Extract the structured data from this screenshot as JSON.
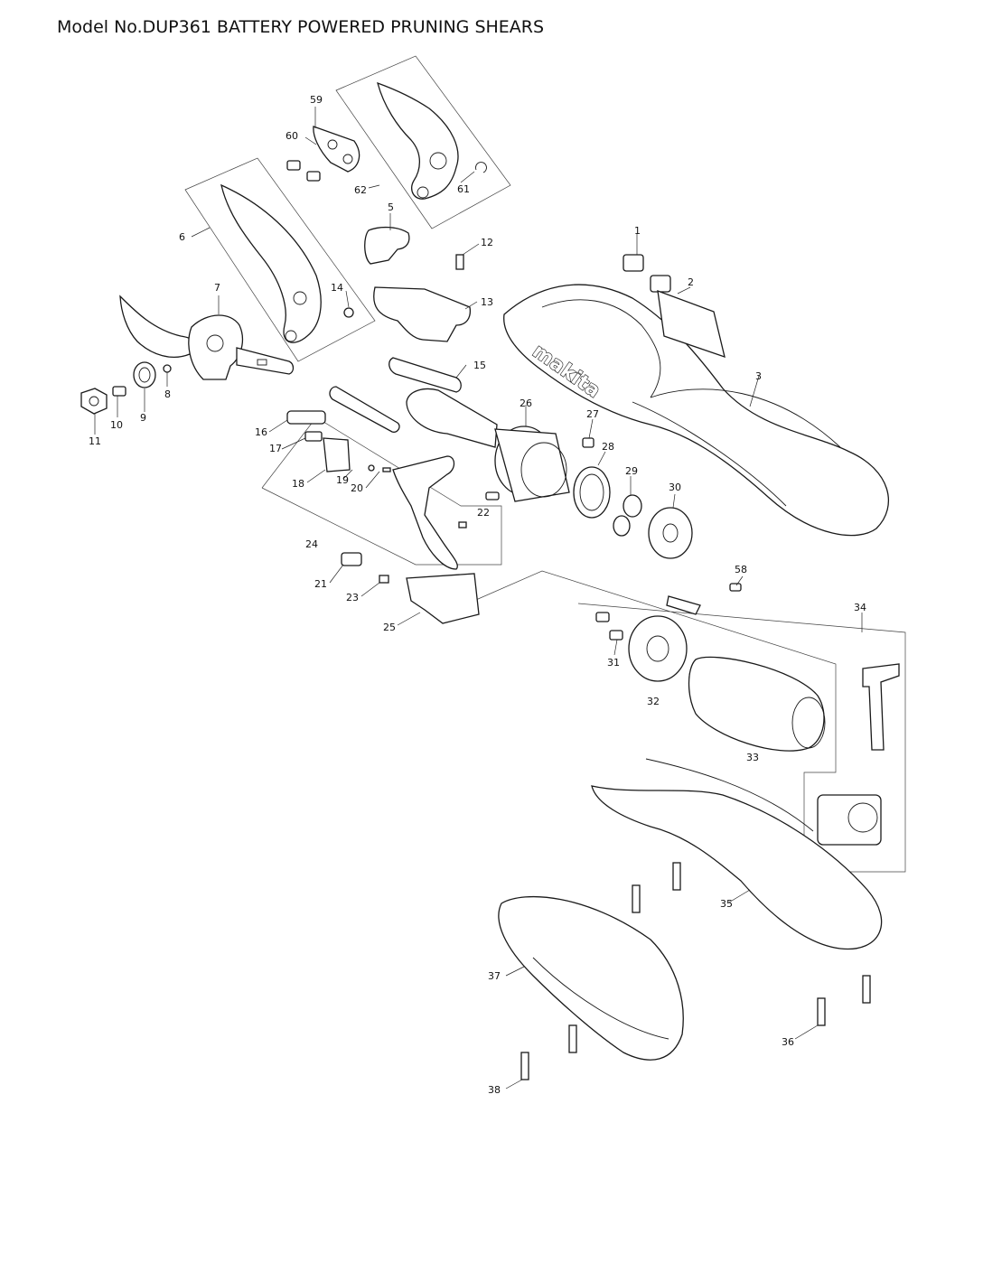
{
  "title": "Model No.DUP361 BATTERY POWERED PRUNING SHEARS",
  "brand_logo": "makita",
  "part_numbers": [
    "1",
    "2",
    "3",
    "5",
    "6",
    "7",
    "8",
    "9",
    "10",
    "11",
    "12",
    "13",
    "14",
    "15",
    "16",
    "17",
    "18",
    "19",
    "20",
    "21",
    "22",
    "23",
    "24",
    "25",
    "26",
    "27",
    "28",
    "29",
    "30",
    "31",
    "32",
    "33",
    "34",
    "35",
    "36",
    "37",
    "38",
    "58",
    "59",
    "60",
    "61",
    "62"
  ]
}
